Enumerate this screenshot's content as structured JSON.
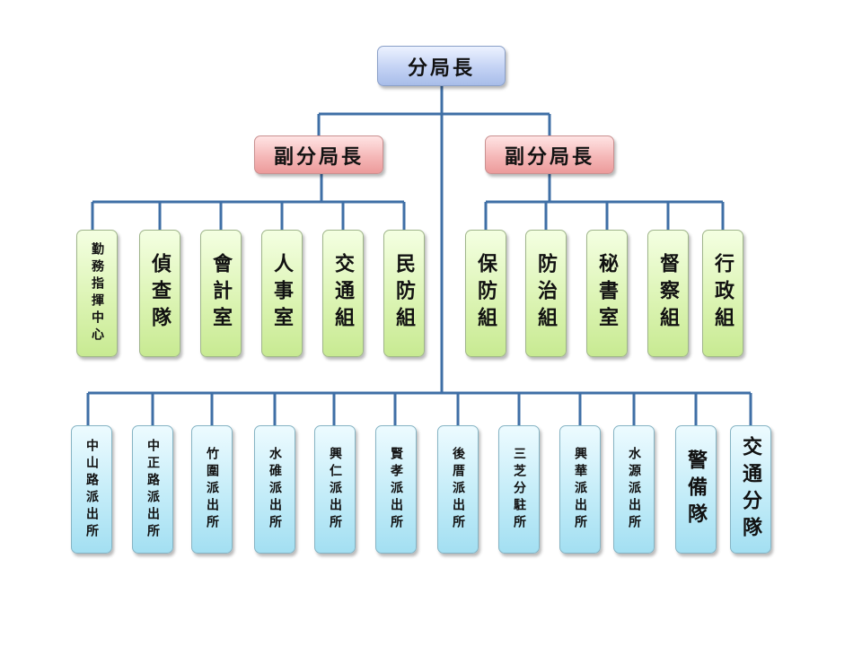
{
  "chief": "分局長",
  "deputies": [
    "副分局長",
    "副分局長"
  ],
  "left_units": [
    "勤務指揮中心",
    "偵查隊",
    "會計室",
    "人事室",
    "交通組",
    "民防組"
  ],
  "right_units": [
    "保防組",
    "防治組",
    "秘書室",
    "督察組",
    "行政組"
  ],
  "stations": [
    "中山路派出所",
    "中正路派出所",
    "竹圍派出所",
    "水碓派出所",
    "興仁派出所",
    "賢孝派出所",
    "後厝派出所",
    "三芝分駐所",
    "興華派出所",
    "水源派出所",
    "警備隊",
    "交通分隊"
  ],
  "colors": {
    "line": "#3f6fa6",
    "chief_fill": "#c3d2f4",
    "deputy_fill": "#f5b8b8",
    "unit_fill": "#dcf4b4",
    "station_fill": "#c3ecf8"
  }
}
